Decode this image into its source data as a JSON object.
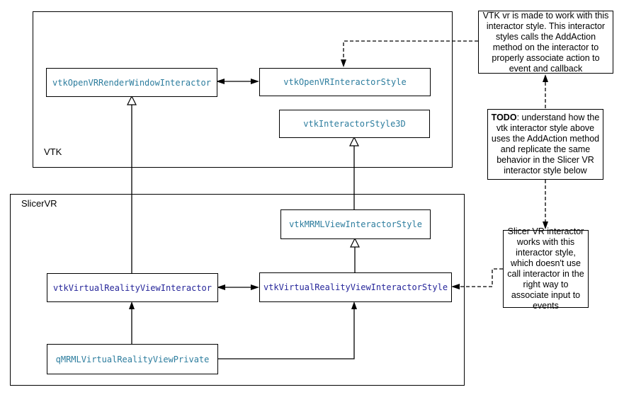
{
  "colors": {
    "teal_class_text": "#2d7d9e",
    "navy_class_text": "#26269a",
    "line": "#000000",
    "background": "#ffffff"
  },
  "groups": {
    "vtk": {
      "label": "VTK"
    },
    "slicervr": {
      "label": "SlicerVR"
    }
  },
  "nodes": {
    "openvr_render_window_interactor": {
      "label": "vtkOpenVRRenderWindowInteractor"
    },
    "openvr_interactor_style": {
      "label": "vtkOpenVRInteractorStyle"
    },
    "interactor_style_3d": {
      "label": "vtkInteractorStyle3D"
    },
    "mrml_view_interactor_style": {
      "label": "vtkMRMLViewInteractorStyle"
    },
    "virtual_reality_view_interactor": {
      "label": "vtkVirtualRealityViewInteractor"
    },
    "virtual_reality_view_interactor_style": {
      "label": "vtkVirtualRealityViewInteractorStyle"
    },
    "qmrml_virtual_reality_view_private": {
      "label": "qMRMLVirtualRealityViewPrivate"
    }
  },
  "notes": {
    "vtk_note": {
      "text": "VTK vr is made to work with this interactor style. This interactor styles calls the AddAction method on the interactor to properly associate action to event and callback"
    },
    "todo_note": {
      "bold_label": "TODO",
      "text": ": understand how the vtk interactor style above uses the AddAction method and replicate the same behavior in the Slicer VR interactor style below"
    },
    "slicer_note": {
      "text": "Slicer VR interactor works with this interactor style, which doesn't use call interactor in the right way to associate input to events"
    }
  }
}
